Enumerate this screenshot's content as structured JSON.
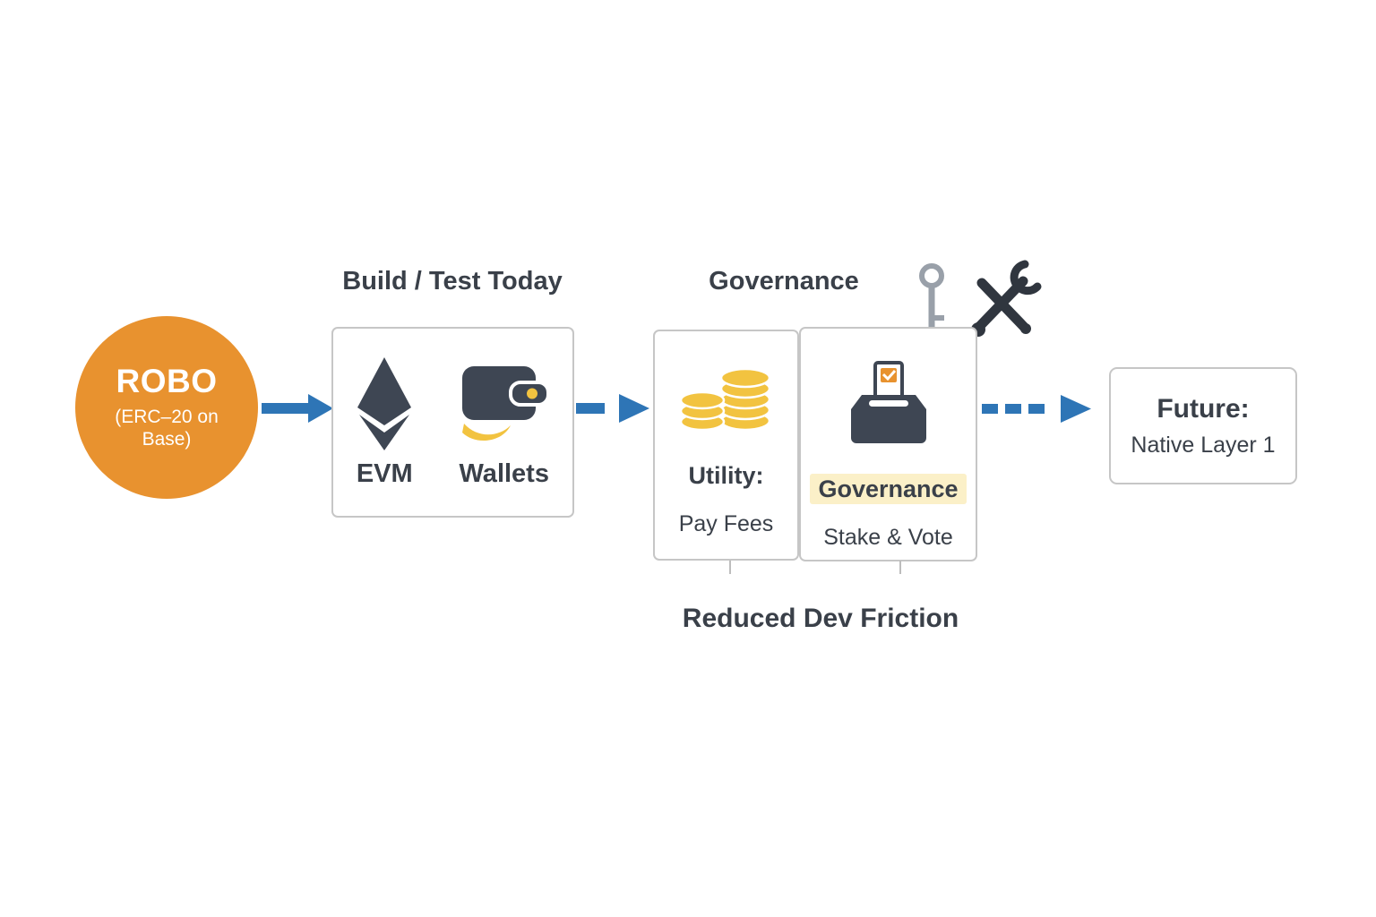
{
  "diagram": {
    "robo": {
      "title": "ROBO",
      "subtitle": "(ERC–20 on Base)"
    },
    "build": {
      "heading": "Build / Test Today",
      "evm_label": "EVM",
      "wallets_label": "Wallets"
    },
    "governance_heading": "Governance",
    "utility_card": {
      "title": "Utility:",
      "subtitle": "Pay Fees"
    },
    "governance_card": {
      "title": "Governance",
      "subtitle": "Stake & Vote"
    },
    "future_card": {
      "title": "Future:",
      "subtitle": "Native Layer 1"
    },
    "caption": "Reduced Dev Friction",
    "icons": {
      "evm": "ethereum-icon",
      "wallets": "wallet-icon",
      "utility": "coins-stack-icon",
      "governance": "ballot-box-icon",
      "near_heading": [
        "key-icon",
        "wrench-tools-icon"
      ],
      "arrows": [
        "solid-arrow-icon",
        "dashed-arrow-icon",
        "dotted-arrow-icon"
      ]
    },
    "colors": {
      "accent_orange": "#e8922f",
      "arrow_blue": "#2e75b6",
      "coin_gold": "#f2c340",
      "dark_slate": "#3e4653",
      "highlight_yellow": "#fbf0c8",
      "border_gray": "#c6c6c6",
      "text": "#3a4049"
    }
  }
}
